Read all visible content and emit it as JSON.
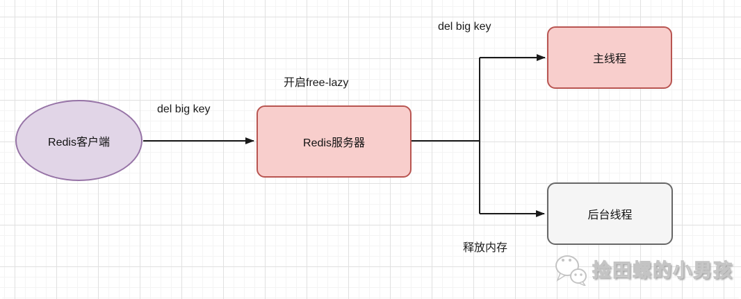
{
  "diagram": {
    "nodes": {
      "client": {
        "label": "Redis客户端",
        "shape": "ellipse",
        "fill": "#e1d5e7",
        "stroke": "#9673a6"
      },
      "server": {
        "label": "Redis服务器",
        "shape": "rounded-rect",
        "fill": "#f8cecc",
        "stroke": "#b85450"
      },
      "main_thread": {
        "label": "主线程",
        "shape": "rounded-rect",
        "fill": "#f8cecc",
        "stroke": "#b85450"
      },
      "background_thread": {
        "label": "后台线程",
        "shape": "rounded-rect",
        "fill": "#f5f5f5",
        "stroke": "#666666"
      }
    },
    "labels": {
      "del_big_key_client": "del big key",
      "free_lazy": "开启free-lazy",
      "del_big_key_main": "del big key",
      "release_memory": "释放内存"
    },
    "edges": [
      {
        "from": "client",
        "to": "server",
        "label": "del big key"
      },
      {
        "from": "server",
        "to": "main_thread",
        "label": "del big key"
      },
      {
        "from": "server",
        "to": "background_thread",
        "label": "释放内存"
      }
    ],
    "colors": {
      "edge_line": "#1a1a1a",
      "grid_major": "#e0e0e0",
      "grid_minor": "#f4f4f4"
    }
  },
  "watermark": {
    "text": "捡田螺的小男孩",
    "icon": "wechat-logo-icon"
  }
}
